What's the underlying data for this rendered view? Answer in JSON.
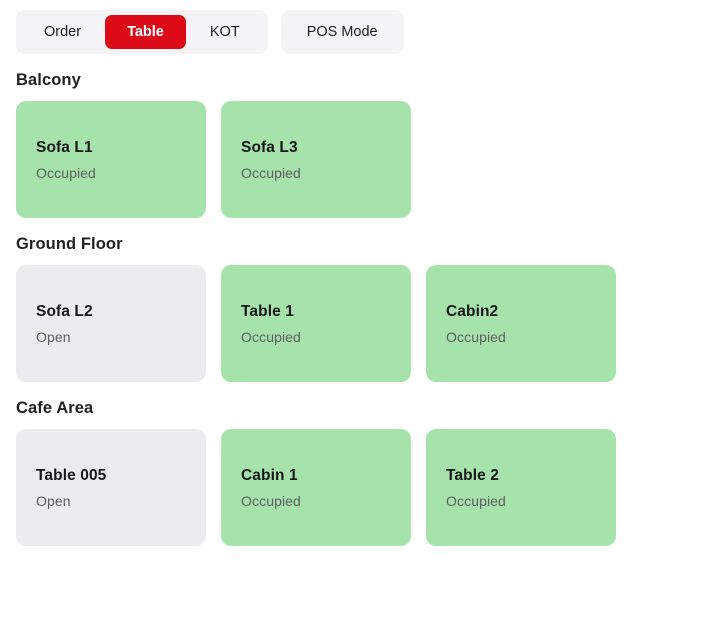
{
  "topbar": {
    "tabs": [
      {
        "label": "Order",
        "active": false
      },
      {
        "label": "Table",
        "active": true
      },
      {
        "label": "KOT",
        "active": false
      }
    ],
    "pos_mode_label": "POS Mode",
    "active_color": "#dc0a17",
    "group_bg": "#f4f4f6"
  },
  "colors": {
    "occupied_bg": "#a5e3aa",
    "open_bg": "#ececee",
    "title_text": "#17171a",
    "status_text": "#5e5e64"
  },
  "sections": [
    {
      "title": "Balcony",
      "cards": [
        {
          "name": "Sofa L1",
          "status": "Occupied",
          "state": "occupied"
        },
        {
          "name": "Sofa L3",
          "status": "Occupied",
          "state": "occupied"
        }
      ]
    },
    {
      "title": "Ground Floor",
      "cards": [
        {
          "name": "Sofa L2",
          "status": "Open",
          "state": "open"
        },
        {
          "name": "Table 1",
          "status": "Occupied",
          "state": "occupied"
        },
        {
          "name": "Cabin2",
          "status": "Occupied",
          "state": "occupied"
        }
      ]
    },
    {
      "title": "Cafe Area",
      "cards": [
        {
          "name": "Table 005",
          "status": "Open",
          "state": "open"
        },
        {
          "name": "Cabin 1",
          "status": "Occupied",
          "state": "occupied"
        },
        {
          "name": "Table 2",
          "status": "Occupied",
          "state": "occupied"
        }
      ]
    }
  ]
}
